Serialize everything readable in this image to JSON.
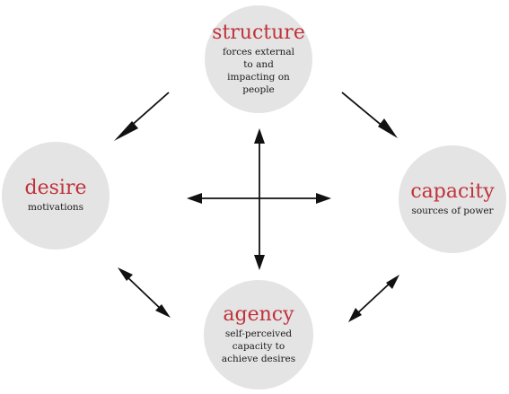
{
  "nodes": {
    "structure": {
      "title": "structure",
      "description": "forces external to and impacting on people"
    },
    "desire": {
      "title": "desire",
      "description": "motivations"
    },
    "capacity": {
      "title": "capacity",
      "description": "sources of power"
    },
    "agency": {
      "title": "agency",
      "description": "self-perceived capacity to achieve desires"
    }
  },
  "colors": {
    "title": "#c0323a",
    "circle": "#e4e4e4",
    "arrow": "#111111"
  }
}
